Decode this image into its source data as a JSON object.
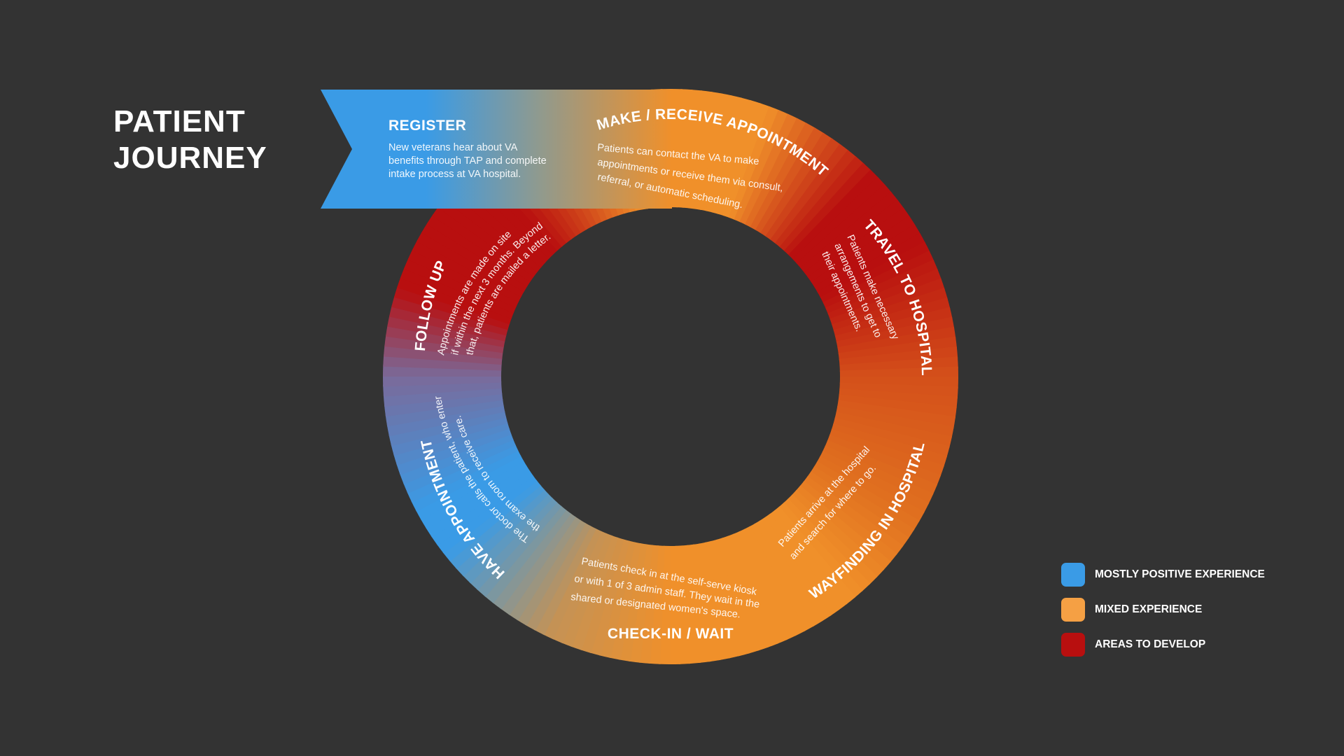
{
  "title": {
    "line1": "PATIENT",
    "line2": "JOURNEY"
  },
  "colors": {
    "background": "#333333",
    "positive": "#3a9be6",
    "mixed": "#f0902a",
    "develop": "#b80f0f"
  },
  "legend": [
    {
      "label": "MOSTLY POSITIVE EXPERIENCE",
      "color": "#3a9be6"
    },
    {
      "label": "MIXED EXPERIENCE",
      "color": "#f5a044"
    },
    {
      "label": "AREAS TO DEVELOP",
      "color": "#b80f0f"
    }
  ],
  "stages": {
    "register": {
      "title": "REGISTER",
      "desc": [
        "New veterans hear about VA",
        "benefits through TAP and complete",
        "intake process at VA hospital."
      ]
    },
    "appointment": {
      "title": "MAKE / RECEIVE APPOINTMENT",
      "desc": [
        "Patients can contact the VA to make",
        "appointments or receive them via consult,",
        "referral, or automatic scheduling."
      ]
    },
    "travel": {
      "title": "TRAVEL TO HOSPITAL",
      "desc": [
        "Patients make necessary",
        "arrangements to get to",
        "their appointments."
      ]
    },
    "wayfinding": {
      "title": "WAYFINDING IN HOSPITAL",
      "desc": [
        "Patients arrive at the hospital",
        "and search for where to go."
      ]
    },
    "checkin": {
      "title": "CHECK-IN / WAIT",
      "desc": [
        "Patients check in at the self-serve kiosk",
        "or with 1 of 3 admin staff. They wait in the",
        "shared or designated women's space."
      ]
    },
    "have_appointment": {
      "title": "HAVE APPOINTMENT",
      "desc": [
        "The doctor calls the patient, who enters",
        "the exam room to receive care."
      ]
    },
    "follow_up": {
      "title": "FOLLOW UP",
      "desc": [
        "Appointments are made on site",
        "if within the next 3 months. Beyond",
        "that, patients are mailed a letter."
      ]
    }
  }
}
